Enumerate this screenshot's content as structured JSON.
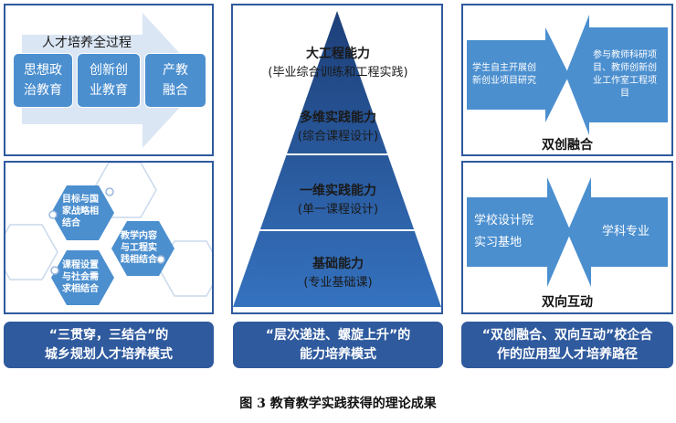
{
  "panel1": {
    "arrow_label": "人才培养全过程",
    "boxes": [
      "思想政治教育",
      "创新创业教育",
      "产教融合"
    ],
    "boxes_lines": [
      [
        "思想政",
        "治教育"
      ],
      [
        "创新创",
        "业教育"
      ],
      [
        "产教",
        "融合"
      ]
    ]
  },
  "panel2": {
    "hexes": [
      {
        "lines": [
          "目标与国",
          "家战略相",
          "结合"
        ]
      },
      {
        "lines": [
          "教学内容",
          "与工程实",
          "践相结合"
        ]
      },
      {
        "lines": [
          "课程设置",
          "与社会需",
          "求相结合"
        ]
      }
    ]
  },
  "footer1": {
    "line1": "“三贯穿，三结合”的",
    "line2": "城乡规划人才培养模式"
  },
  "pyramid": {
    "levels": [
      {
        "title": "大工程能力",
        "sub": "(毕业综合训练和工程实践)"
      },
      {
        "title": "多维实践能力",
        "sub": "(综合课程设计)"
      },
      {
        "title": "一维实践能力",
        "sub": "(单一课程设计)"
      },
      {
        "title": "基础能力",
        "sub": "(专业基础课)"
      }
    ]
  },
  "footer2": {
    "line1": "“层次递进、螺旋上升”的",
    "line2": "能力培养模式"
  },
  "panel3": {
    "left_lines": [
      "学生自主开展创",
      "新创业项目研究"
    ],
    "right_lines": [
      "参与教师科研项",
      "目、教师创新创",
      "业工作室工程项",
      "目"
    ],
    "label": "双创融合"
  },
  "panel4": {
    "left_lines": [
      "学校设计院",
      "实习基地"
    ],
    "right_text": "学科专业",
    "label": "双向互动"
  },
  "footer3": {
    "line1": "“双创融合、双向互动”校企合",
    "line2": "作的应用型人才培养路径"
  },
  "caption": "图 3  教育教学实践获得的理论成果",
  "colors": {
    "dark_blue": "#2f5a9e",
    "mid_blue": "#4b8fcf",
    "light_blue": "#dbe6f4"
  }
}
